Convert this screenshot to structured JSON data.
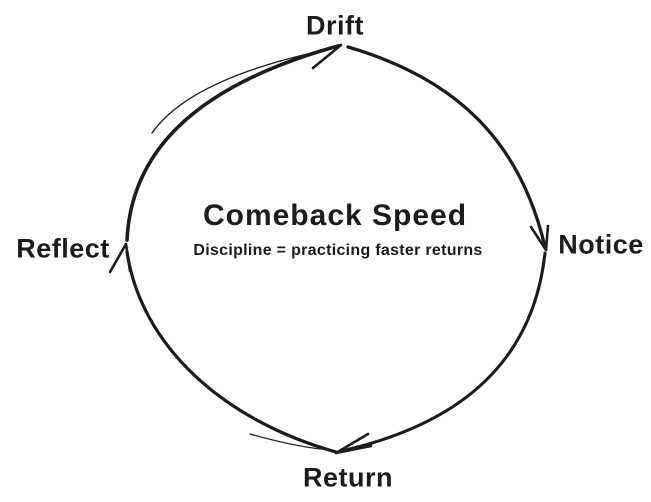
{
  "diagram": {
    "title": "Comeback Speed",
    "subtitle": "Discipline = practicing faster returns",
    "nodes": [
      {
        "id": "drift",
        "label": "Drift"
      },
      {
        "id": "notice",
        "label": "Notice"
      },
      {
        "id": "return",
        "label": "Return"
      },
      {
        "id": "reflect",
        "label": "Reflect"
      }
    ],
    "arrows": [
      {
        "from": "Reflect",
        "to": "Drift"
      },
      {
        "from": "Drift",
        "to": "Notice"
      },
      {
        "from": "Notice",
        "to": "Return"
      },
      {
        "from": "Return",
        "to": "Reflect"
      }
    ],
    "colors": {
      "ink": "#1c1c1c",
      "background": "#ffffff"
    }
  }
}
